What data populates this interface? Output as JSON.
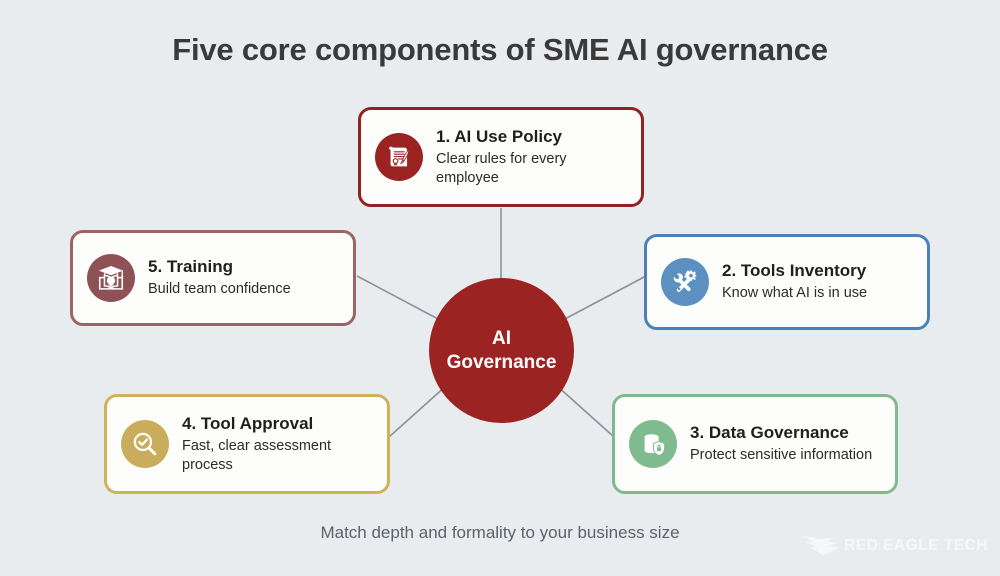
{
  "page": {
    "title": "Five core components of SME AI governance",
    "background_color": "#e8ecee",
    "footer_note": "Match depth and formality to your business size"
  },
  "hub": {
    "line1": "AI",
    "line2": "Governance",
    "color": "#9b2322",
    "text_color": "#ffffff"
  },
  "components": [
    {
      "id": "ai-use-policy",
      "title": "1. AI Use Policy",
      "description": "Clear rules for every employee",
      "icon": "scroll-quill-icon",
      "accent_color": "#912221",
      "icon_bg": "#9b2322"
    },
    {
      "id": "tools-inventory",
      "title": "2. Tools Inventory",
      "description": "Know what AI is in use",
      "icon": "wrench-screwdriver-gear-icon",
      "accent_color": "#4a82b8",
      "icon_bg": "#5b90c0"
    },
    {
      "id": "data-governance",
      "title": "3. Data Governance",
      "description": "Protect sensitive information",
      "icon": "database-shield-lock-icon",
      "accent_color": "#81b98f",
      "icon_bg": "#80bb8f"
    },
    {
      "id": "tool-approval",
      "title": "4. Tool Approval",
      "description": "Fast, clear assessment process",
      "icon": "magnifier-check-icon",
      "accent_color": "#cfb356",
      "icon_bg": "#c9ad5c"
    },
    {
      "id": "training",
      "title": "5. Training",
      "description": "Build team confidence",
      "icon": "graduation-cap-book-bulb-icon",
      "accent_color": "#9c6464",
      "icon_bg": "#8e5155"
    }
  ],
  "brand": {
    "name": "RED EAGLE TECH",
    "logo_icon": "eagle-icon"
  }
}
